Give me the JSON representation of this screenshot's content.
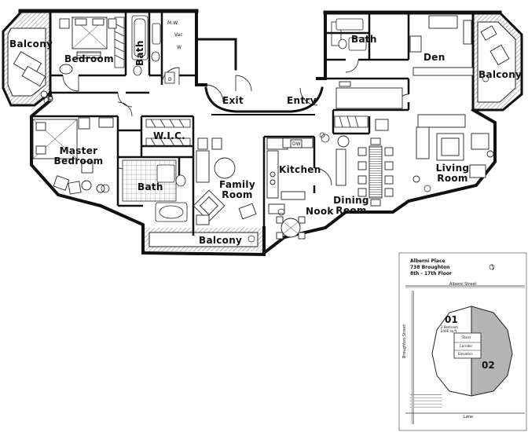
{
  "rooms": {
    "balcony_left": "Balcony",
    "bedroom": "Bedroom",
    "bath_top_left": "Bath",
    "bath_top_right": "Bath",
    "den": "Den",
    "balcony_right": "Balcony",
    "exit": "Exit",
    "entry": "Entry",
    "wic": "W.I.C.",
    "master_bedroom": "Master\nBedroom",
    "bath_middle": "Bath",
    "family_room": "Family\nRoom",
    "kitchen": "Kitchen",
    "nook": "Nook",
    "dining_room": "Dining\nRoom",
    "living_room": "Living\nRoom",
    "balcony_bottom": "Balcony"
  },
  "fixtures": {
    "mw": "M.W.",
    "vac": "Vac",
    "w": "W",
    "d": "D",
    "dw": "DW"
  },
  "key_plan": {
    "building_name": "Alberni Place",
    "address": "738 Broughton",
    "floors": "8th - 17th Floor",
    "street_top": "Alberni Street",
    "street_left": "Broughton Street",
    "street_bottom": "Lane",
    "unit_01": "01",
    "unit_01_desc": "2 Bedroom\n1466 sq.ft.",
    "unit_02": "02",
    "stairs": "Stairs",
    "corridor": "Corridor",
    "elevators": "Elevators"
  },
  "colors": {
    "wall": "#111111",
    "highlight_unit": "#b4b4b4",
    "balcony_hatch": "#9a9a9a"
  }
}
